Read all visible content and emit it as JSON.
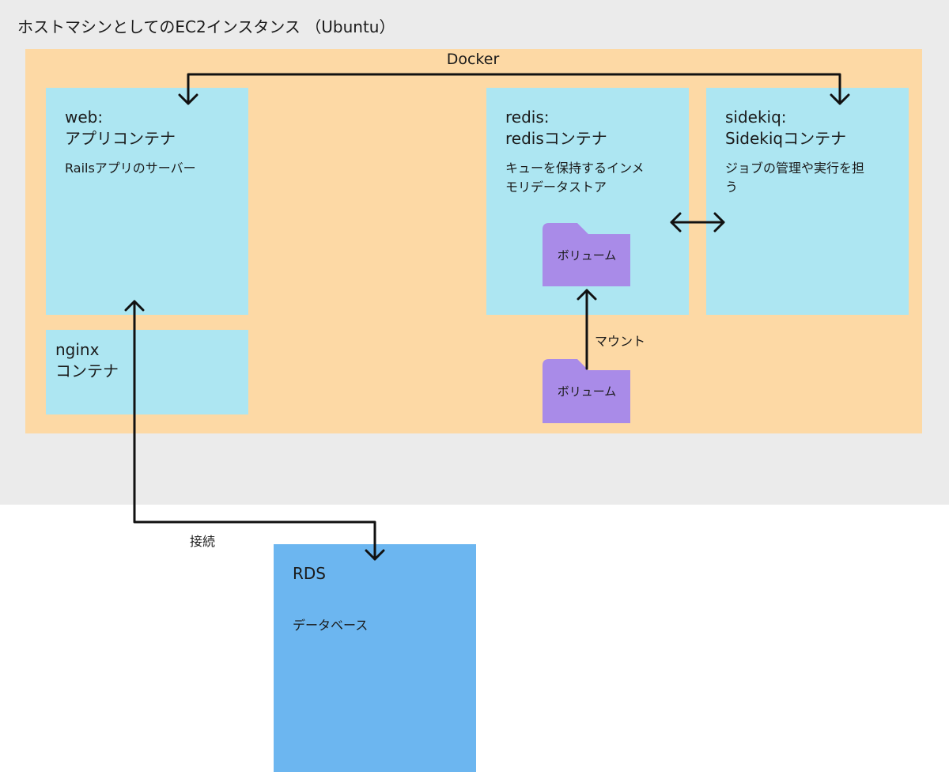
{
  "host": {
    "title": "ホストマシンとしてのEC2インスタンス （Ubuntu）"
  },
  "docker": {
    "label": "Docker"
  },
  "containers": {
    "web": {
      "title_line1": "web:",
      "title_line2": "アプリコンテナ",
      "description": "Railsアプリのサーバー"
    },
    "nginx": {
      "title_line1": "nginx",
      "title_line2": "コンテナ"
    },
    "redis": {
      "title_line1": "redis:",
      "title_line2": "redisコンテナ",
      "description_line1": "キューを保持するインメ",
      "description_line2": "モリデータストア"
    },
    "sidekiq": {
      "title_line1": "sidekiq:",
      "title_line2": "Sidekiqコンテナ",
      "description_line1": "ジョブの管理や実行を担",
      "description_line2": "う"
    }
  },
  "volumes": {
    "container_volume": "ボリューム",
    "host_volume": "ボリューム"
  },
  "edges": {
    "mount": "マウント",
    "connect": "接続"
  },
  "rds": {
    "title": "RDS",
    "description": "データベース"
  },
  "colors": {
    "host_bg": "#ebebeb",
    "docker_bg": "#fdd9a5",
    "container_bg": "#ade6f2",
    "volume": "#a98be8",
    "rds_bg": "#6cb6f0",
    "line": "#111111"
  }
}
